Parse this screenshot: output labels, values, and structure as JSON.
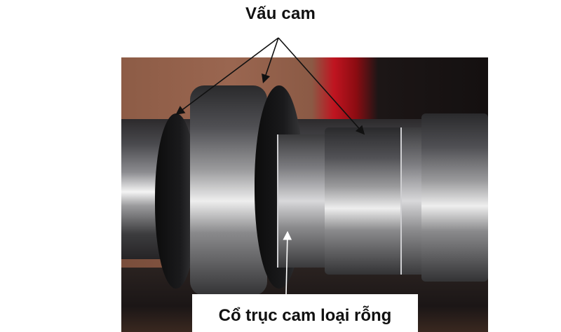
{
  "figure": {
    "top_label": "Vấu cam",
    "bottom_label": "Cổ trục cam loại rỗng",
    "photo_subject": "camshaft-photo",
    "annotations": {
      "top_label_arrow_count": 3,
      "top_label_arrow_color": "#111111",
      "bottom_label_arrow_color": "#ffffff"
    }
  }
}
